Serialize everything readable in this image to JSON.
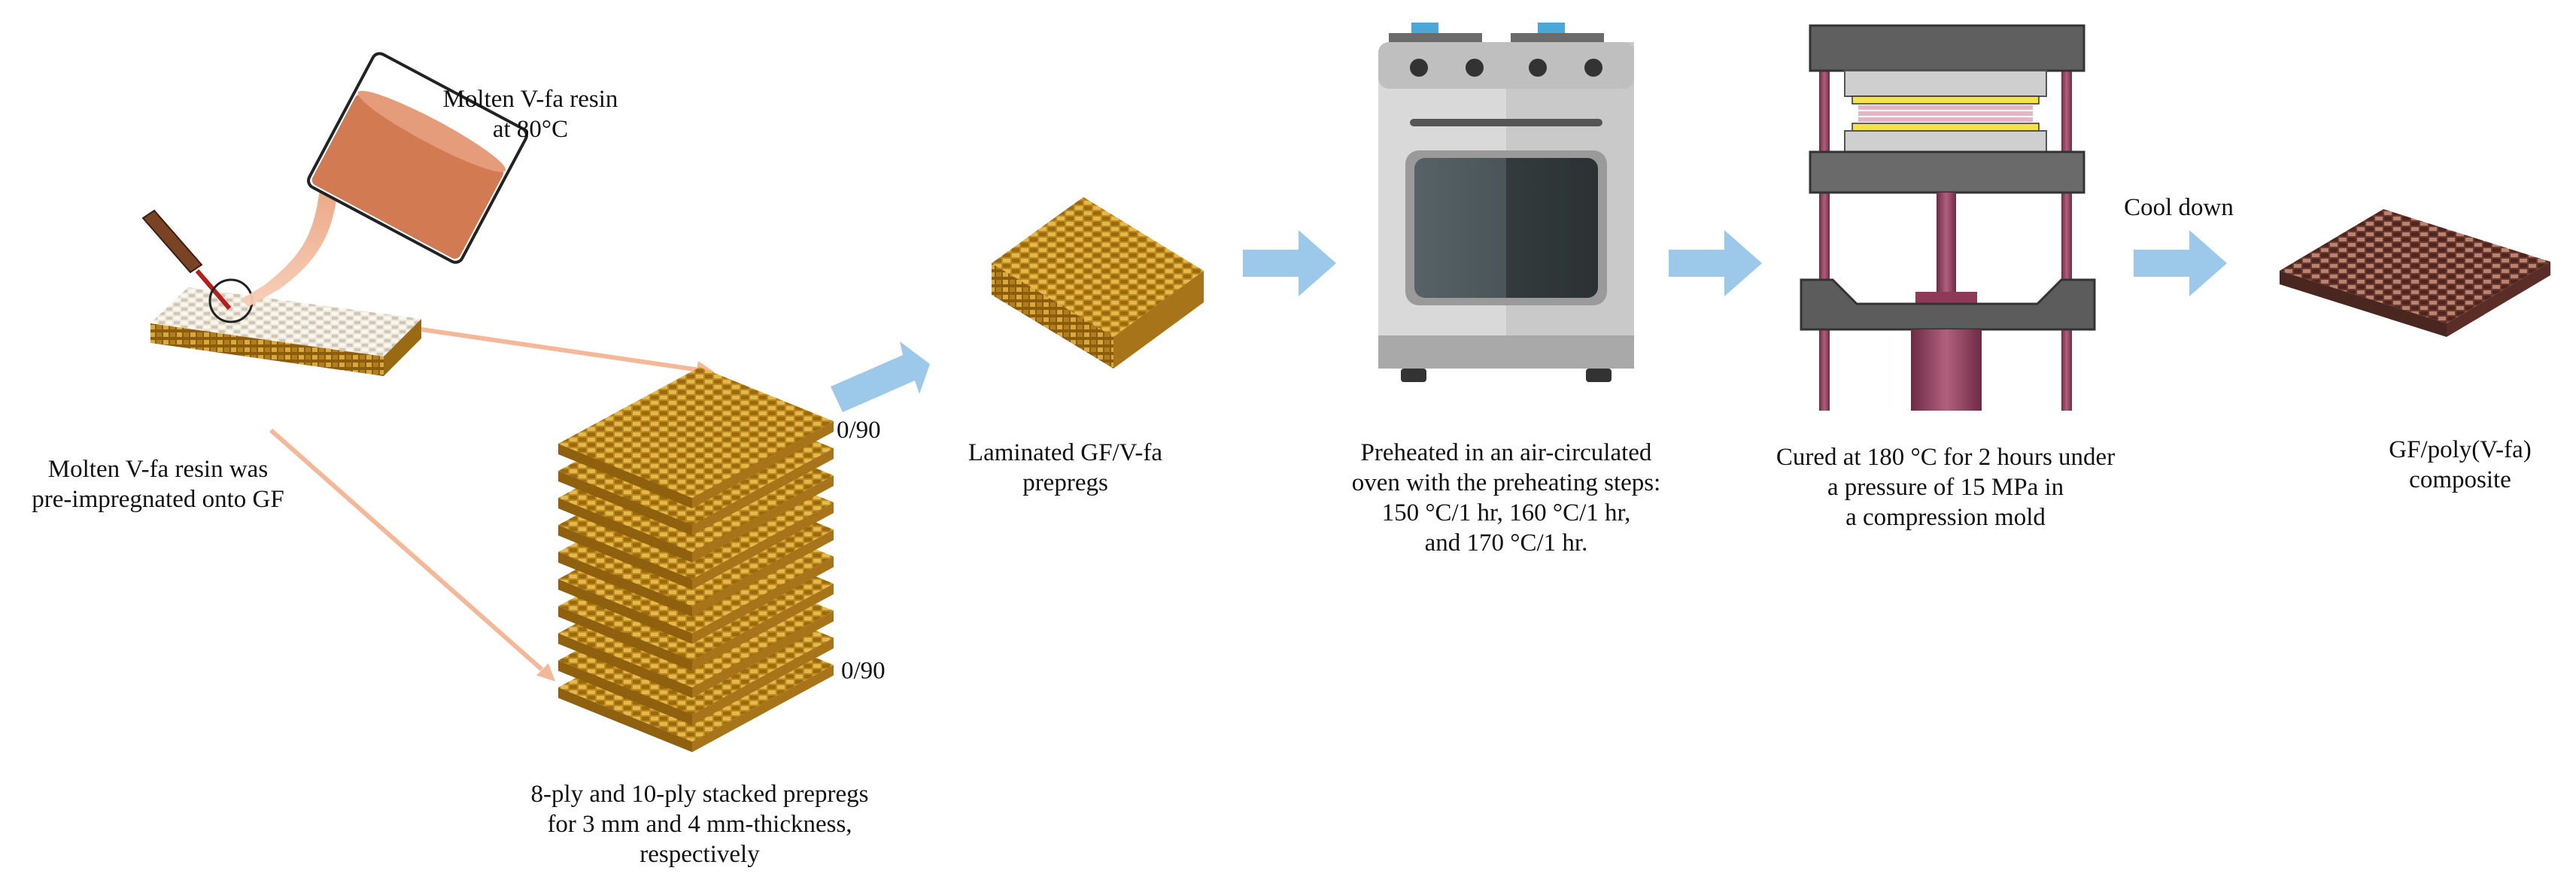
{
  "colors": {
    "arrow_blue": "#9cc8ea",
    "guide_arrow": "#f4b898",
    "resin": "#dc8a62",
    "prepreg_gold": "#c6901f",
    "oven_body": "#d6d6d6",
    "press_rod": "#8c3a57",
    "press_metal": "#5f5f5f",
    "composite": "#8a4a3c"
  },
  "icons": [
    "beaker-icon",
    "stirring-rod-icon",
    "woven-fabric-icon",
    "prepreg-stack-icon",
    "laminate-icon",
    "oven-icon",
    "compression-press-icon",
    "composite-panel-icon",
    "process-arrow-icon"
  ],
  "labels": {
    "molten_resin": [
      "Molten V-fa resin",
      "at 80°C"
    ],
    "pre_impregnated": [
      "Molten V-fa resin was",
      "pre-impregnated onto GF"
    ],
    "stack_orientation_top": "0/90",
    "stack_orientation_bottom": "0/90",
    "stacked_prepregs": [
      "8-ply and 10-ply stacked prepregs",
      "for 3 mm and 4 mm-thickness,",
      "respectively"
    ],
    "laminated": [
      "Laminated GF/V-fa",
      "prepregs"
    ],
    "preheated": [
      "Preheated in an air-circulated",
      "oven with the preheating steps:",
      "150 °C/1 hr, 160 °C/1 hr,",
      "and 170 °C/1 hr."
    ],
    "cured": [
      "Cured at 180 °C for 2 hours under",
      "a pressure of 15 MPa in",
      "a compression mold"
    ],
    "cool_down": "Cool down",
    "composite": [
      "GF/poly(V-fa)",
      "composite"
    ]
  }
}
